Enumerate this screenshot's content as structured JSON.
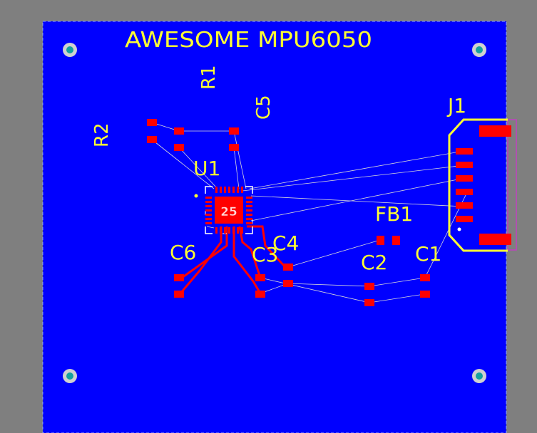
{
  "app": {
    "board_title": "AWESOME MPU6050"
  },
  "colors": {
    "background": "#7f7f7f",
    "board_fill": "#0000ff",
    "board_edge": "#8aa0ff",
    "pad": "#ff0000",
    "silkscreen": "#ffff33",
    "ratsnest": "#d8d8d8",
    "mount_hole_ring": "#cfd0d0",
    "mount_hole_center": "#14a0a0",
    "connector_outline": "#c040c0"
  },
  "components": {
    "r1": "R1",
    "r2": "R2",
    "c1": "C1",
    "c2": "C2",
    "c3": "C3",
    "c4": "C4",
    "c5": "C5",
    "c6": "C6",
    "u1": "U1",
    "fb1": "FB1",
    "j1": "J1"
  },
  "ic": {
    "center_pad_label": "25"
  },
  "icons": {
    "mount_hole": "mounting-hole-icon",
    "pin1_marker": "pin1-dot-icon"
  }
}
